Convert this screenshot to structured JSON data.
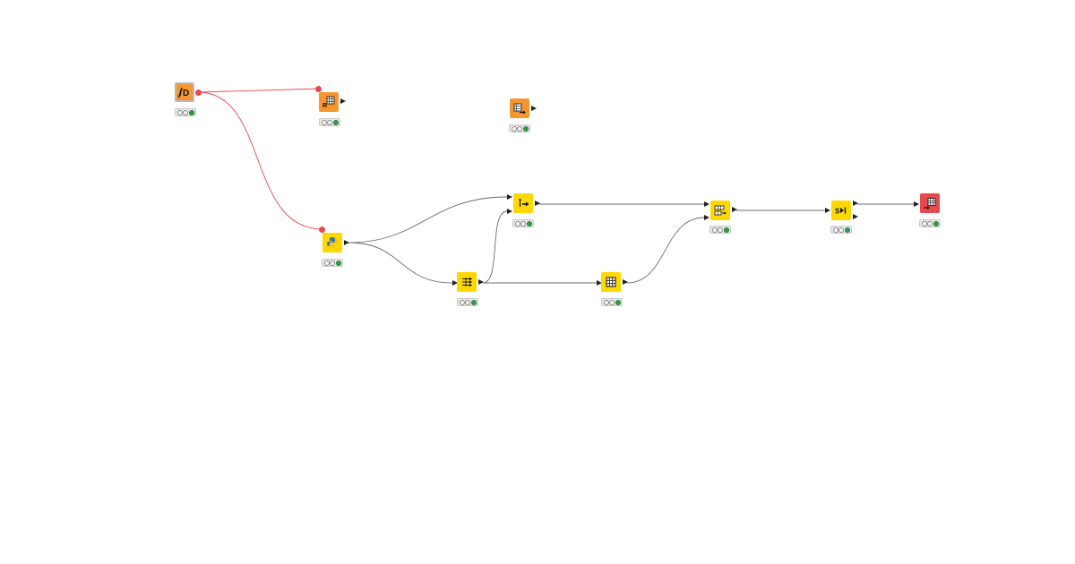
{
  "colors": {
    "data_connection": "#6c6c6c",
    "variable_connection": "#e8494d",
    "source_node": "#f69630",
    "manipulator_node": "#ffd800",
    "sink_node": "#e8494d",
    "dialog_node": "#b8b8b8",
    "status_on": "#2f9e44"
  },
  "nodes": [
    {
      "id": "path-node",
      "icon": "path-d-icon",
      "kind": "dialog"
    },
    {
      "id": "r-source-node",
      "icon": "r-table-icon",
      "kind": "source"
    },
    {
      "id": "table-source-node",
      "icon": "table-arrow-icon",
      "kind": "source"
    },
    {
      "id": "python-node",
      "icon": "python-icon",
      "kind": "manipulator"
    },
    {
      "id": "filter-node",
      "icon": "column-filter-icon",
      "kind": "manipulator"
    },
    {
      "id": "rule-node",
      "icon": "rule-arrow-icon",
      "kind": "manipulator"
    },
    {
      "id": "table-view-node",
      "icon": "grid-icon",
      "kind": "manipulator"
    },
    {
      "id": "joiner-node",
      "icon": "joiner-icon",
      "kind": "manipulator"
    },
    {
      "id": "split-node",
      "icon": "split-icon",
      "kind": "manipulator"
    },
    {
      "id": "writer-node",
      "icon": "table-writer-icon",
      "kind": "sink"
    }
  ],
  "connections": [
    {
      "from": "path-node",
      "to": "r-source-node",
      "type": "variable"
    },
    {
      "from": "path-node",
      "to": "python-node",
      "type": "variable"
    },
    {
      "from": "python-node",
      "to": "rule-node",
      "type": "data"
    },
    {
      "from": "python-node",
      "to": "filter-node",
      "type": "data"
    },
    {
      "from": "filter-node",
      "to": "rule-node",
      "type": "data"
    },
    {
      "from": "filter-node",
      "to": "table-view-node",
      "type": "data"
    },
    {
      "from": "rule-node",
      "to": "joiner-node",
      "type": "data"
    },
    {
      "from": "table-view-node",
      "to": "joiner-node",
      "type": "data"
    },
    {
      "from": "joiner-node",
      "to": "split-node",
      "type": "data"
    },
    {
      "from": "split-node",
      "to": "writer-node",
      "type": "data"
    }
  ],
  "node_status": "executed"
}
